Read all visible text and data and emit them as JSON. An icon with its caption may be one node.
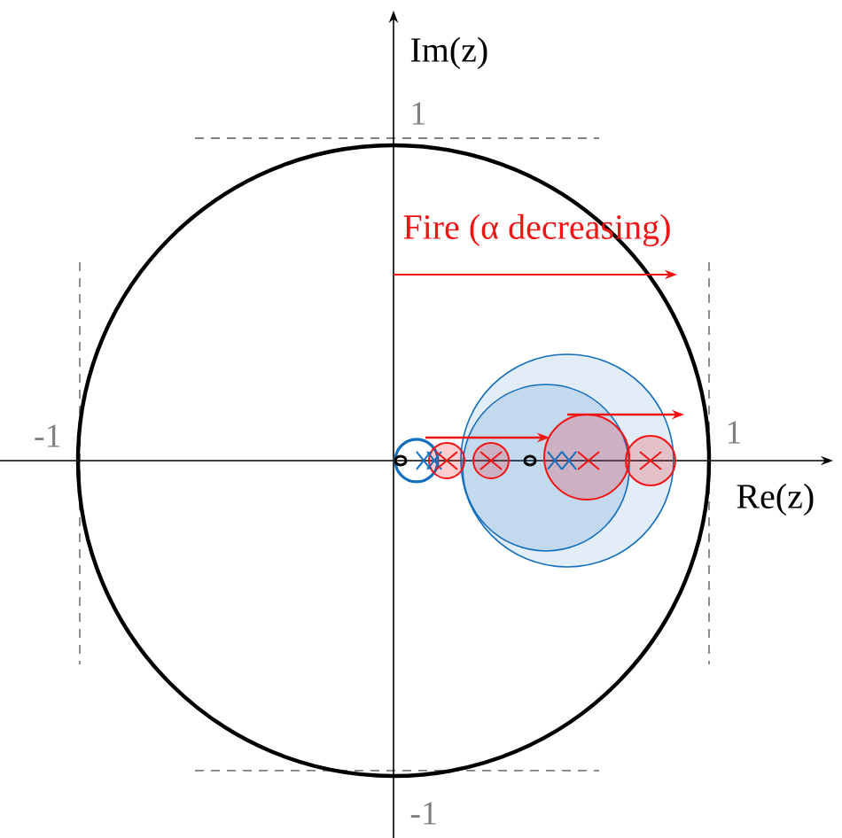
{
  "diagram": {
    "labels": [
      "Im(z)",
      "1",
      "Fire (α decreasing)",
      "-1",
      "1",
      "Re(z)",
      "-1"
    ]
  }
}
